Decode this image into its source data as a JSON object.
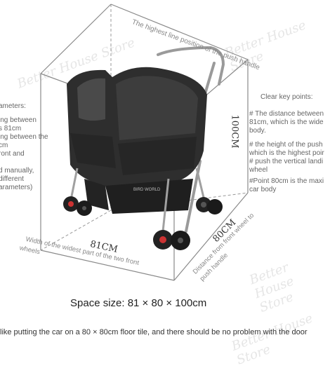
{
  "top_label": "The highest line position of the push handle",
  "watermark": "Better House Store",
  "left_params": {
    "l1": "ameters:",
    "l2": "ing between",
    "l3": "s 81cm",
    "l4": "ing between the",
    "l5": "cm",
    "l6": "ront and",
    "l7": "d manually,",
    "l8": "different",
    "l9": "arameters)"
  },
  "right_points": {
    "title": "Clear key points:",
    "p1a": "# The distance between",
    "p1b": "81cm, which is the wide",
    "p1c": "body.",
    "p2a": "# the height of the push",
    "p2b": "which is the highest poir",
    "p3a": "# push the vertical landi",
    "p3b": "wheel",
    "p4a": "#Point 80cm is the maxi",
    "p4b": "car body"
  },
  "dims": {
    "height": "100CM",
    "width": "81CM",
    "depth": "80CM"
  },
  "width_label": {
    "l1": "Width of the widest part of the two front",
    "l2": "wheels"
  },
  "depth_label": {
    "l1": "Distance from front wheel to",
    "l2": "push handle"
  },
  "stroller_brand": "BIRD WORLD",
  "space_size": "Space size: 81 × 80 × 100cm",
  "bottom_note": "like putting the car on a 80 × 80cm floor tile, and there should be no problem with the door"
}
